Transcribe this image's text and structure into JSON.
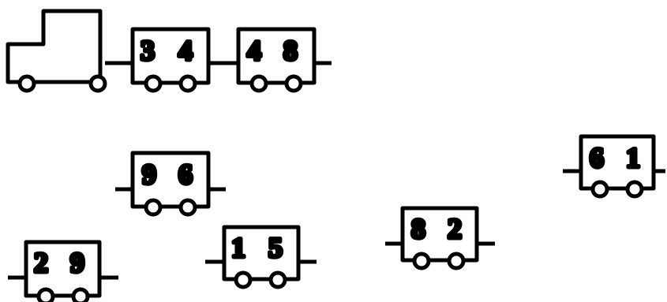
{
  "colors": {
    "stroke": "#000000",
    "background": "#ffffff"
  },
  "train": {
    "cars": [
      {
        "digits": [
          "3",
          "4"
        ]
      },
      {
        "digits": [
          "4",
          "8"
        ]
      }
    ]
  },
  "loose_cars": [
    {
      "digits": [
        "9",
        "6"
      ]
    },
    {
      "digits": [
        "2",
        "9"
      ]
    },
    {
      "digits": [
        "1",
        "5"
      ]
    },
    {
      "digits": [
        "8",
        "2"
      ]
    },
    {
      "digits": [
        "6",
        "1"
      ]
    }
  ]
}
